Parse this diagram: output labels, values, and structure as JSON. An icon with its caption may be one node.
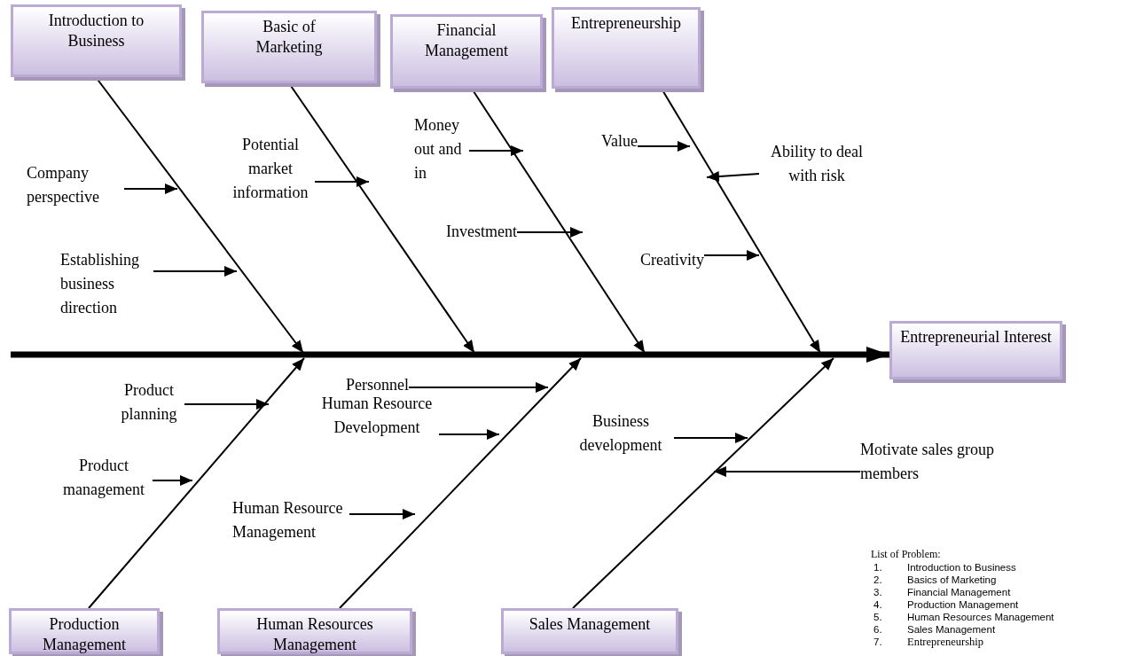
{
  "diagram": {
    "nodes": [
      {
        "text": [
          "Introduction to Business"
        ]
      },
      {
        "text": [
          "Basic of Marketing"
        ]
      },
      {
        "text": [
          "Financial Management"
        ]
      },
      {
        "text": [
          "Entrepreneurship"
        ]
      },
      {
        "text": [
          "Money out and in"
        ]
      },
      {
        "text": [
          "Value"
        ]
      },
      {
        "text": [
          "Potential market information"
        ]
      },
      {
        "text": [
          "Ability to deal with risk"
        ]
      },
      {
        "text": [
          "Company perspective"
        ]
      },
      {
        "text": [
          "Investment"
        ]
      },
      {
        "text": [
          "Creativity"
        ]
      },
      {
        "text": [
          "Establishing business direction"
        ]
      },
      {
        "text": [
          "Entrepreneurial Interest"
        ]
      },
      {
        "text": [
          "Product planning"
        ]
      },
      {
        "text": [
          "Personnel"
        ]
      },
      {
        "text": [
          "Human Resource Development"
        ]
      },
      {
        "text": [
          "Business development"
        ]
      },
      {
        "text": [
          "Product management"
        ]
      },
      {
        "text": [
          "Motivate sales group members"
        ]
      },
      {
        "text": [
          "Human Resource Management"
        ]
      },
      {
        "text": [
          "Production Management"
        ]
      },
      {
        "text": [
          "Human Resources Management"
        ]
      },
      {
        "text": [
          "Sales Management"
        ]
      }
    ],
    "edges": [
      {
        "from": 0,
        "to": null,
        "arrow": "to"
      },
      {
        "from": 1,
        "to": null,
        "arrow": "to"
      },
      {
        "from": 2,
        "to": null,
        "arrow": "to"
      },
      {
        "from": 3,
        "to": null,
        "arrow": "to"
      },
      {
        "from": 20,
        "to": null,
        "arrow": "to"
      },
      {
        "from": 21,
        "to": null,
        "arrow": "to"
      },
      {
        "from": 22,
        "to": null,
        "arrow": "to"
      },
      {
        "from": null,
        "to": 12,
        "arrow": "to",
        "style": "thick"
      },
      {
        "from": 8,
        "to": null,
        "arrow": "to"
      },
      {
        "from": 11,
        "to": null,
        "arrow": "to"
      },
      {
        "from": 6,
        "to": null,
        "arrow": "to"
      },
      {
        "from": 4,
        "to": null,
        "arrow": "to"
      },
      {
        "from": 9,
        "to": null,
        "arrow": "to"
      },
      {
        "from": 5,
        "to": null,
        "arrow": "to"
      },
      {
        "from": 7,
        "to": null,
        "arrow": "to"
      },
      {
        "from": 10,
        "to": null,
        "arrow": "to"
      },
      {
        "from": 13,
        "to": null,
        "arrow": "to"
      },
      {
        "from": 17,
        "to": null,
        "arrow": "to"
      },
      {
        "from": 14,
        "to": null,
        "arrow": "to"
      },
      {
        "from": 15,
        "to": null,
        "arrow": "to"
      },
      {
        "from": 19,
        "to": null,
        "arrow": "to"
      },
      {
        "from": 16,
        "to": null,
        "arrow": "to"
      },
      {
        "from": 18,
        "to": null,
        "arrow": "to"
      }
    ],
    "labels": [
      "List of  Problem:",
      "1.",
      "Introduction to Business",
      "2.",
      "Basics of Marketing",
      "3.",
      "Financial Management",
      "4.",
      "Production Management",
      "5.",
      "Human Resources Management",
      "6.",
      "Sales Management",
      "7.",
      "Entrepreneurship"
    ]
  }
}
